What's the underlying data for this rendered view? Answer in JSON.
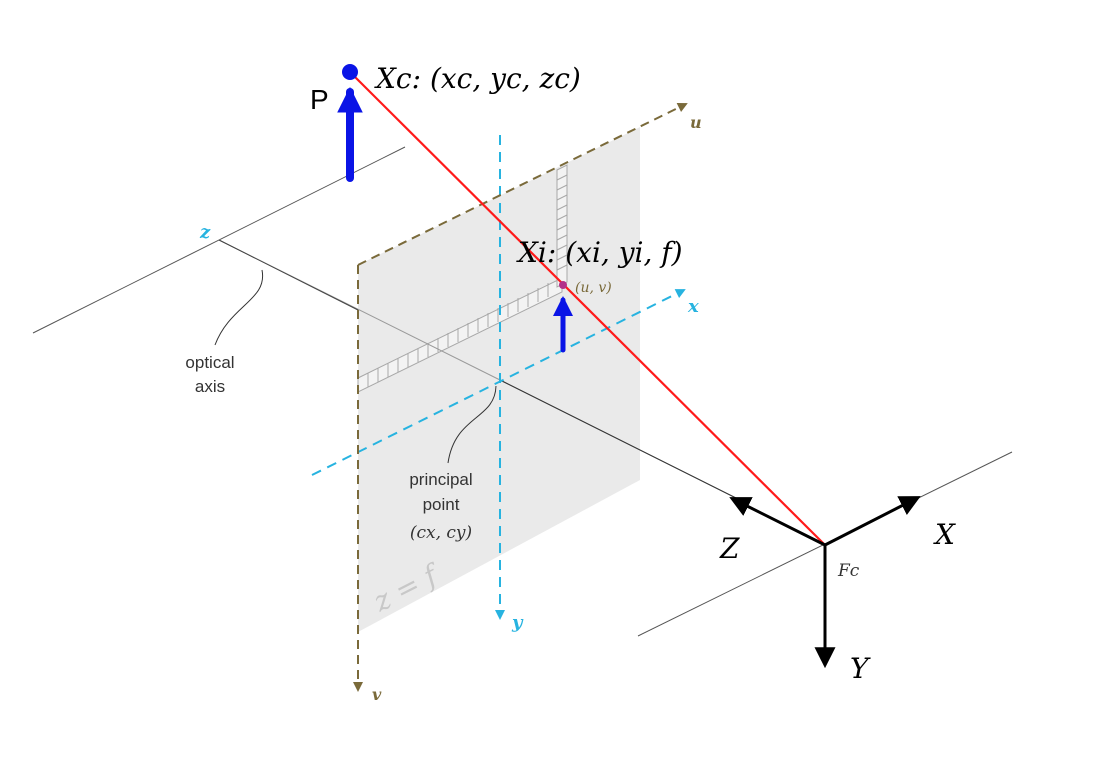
{
  "labels": {
    "point_name": "P",
    "camera_point": "Xc: (xc, yc, zc)",
    "image_point": "Xi: (xi, yi, f)",
    "pixel_coord": "(u, v)",
    "u_axis": "u",
    "v_axis": "v",
    "x_axis": "x",
    "y_axis": "y",
    "z_axis": "z",
    "optical_axis_line1": "optical",
    "optical_axis_line2": "axis",
    "principal_line1": "principal",
    "principal_line2": "point",
    "principal_coords": "(cx, cy)",
    "plane_label": "z = f",
    "cam_X": "X",
    "cam_Y": "Y",
    "cam_Z": "Z",
    "camera_frame": "Fc"
  },
  "colors": {
    "ray": "#ff1a1a",
    "object_arrow": "#0a14e6",
    "image_axes": "#27b3e0",
    "pixel_axes": "#7a6a3a",
    "plane_fill": "#e6e6e6",
    "axis_lines": "#4d4d4d",
    "frame_arrows": "#000000"
  }
}
